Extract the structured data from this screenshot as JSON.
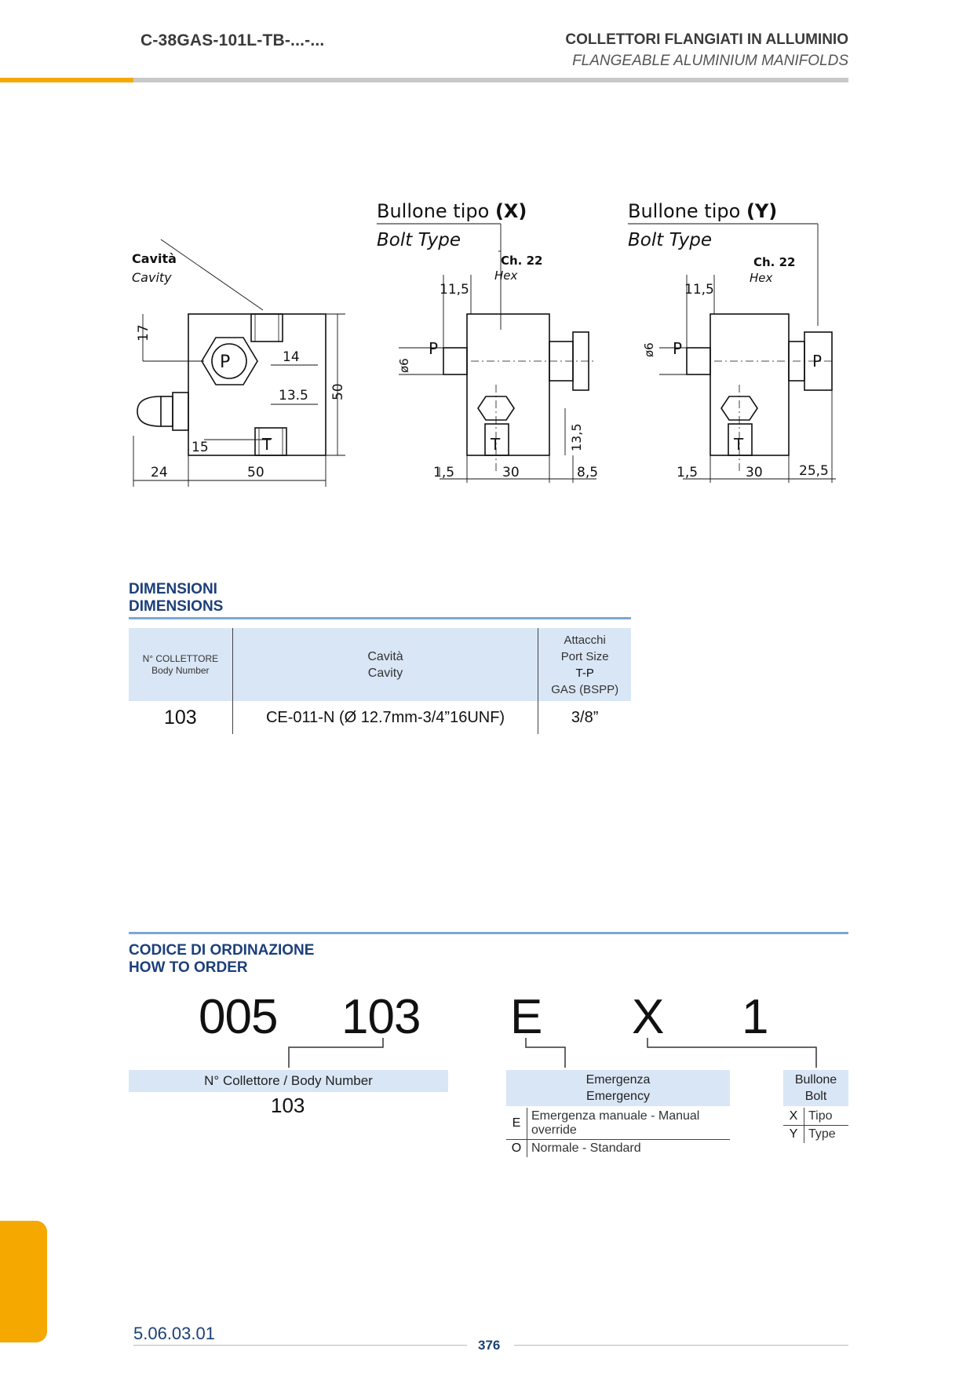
{
  "header": {
    "code": "C-38GAS-101L-TB-...-...",
    "title_it": "COLLETTORI FLANGIATI IN ALLUMINIO",
    "title_en": "FLANGEABLE ALUMINIUM MANIFOLDS"
  },
  "drawing": {
    "cavity_it": "Cavità",
    "cavity_en": "Cavity",
    "bolt_x_title": "Bullone  tipo",
    "bolt_x_letter": "(X)",
    "bolt_y_title": "Bullone  tipo",
    "bolt_y_letter": "(Y)",
    "bolt_type_en": "Bolt Type",
    "hex_it": "Ch. 22",
    "hex_en": "Hex",
    "port_p": "P",
    "port_t": "T",
    "dim_17": "17",
    "dim_14": "14",
    "dim_13_5": "13.5",
    "dim_15": "15",
    "dim_50_v": "50",
    "dim_24": "24",
    "dim_50_h": "50",
    "dim_11_5": "11,5",
    "dim_d6": "ø6",
    "dim_13_5_c": "13,5",
    "dim_1_5": "1,5",
    "dim_30": "30",
    "dim_8_5": "8,5",
    "dim_25_5": "25,5"
  },
  "dimensions": {
    "title_it": "DIMENSIONI",
    "title_en": "DIMENSIONS",
    "col_body_it": "N° COLLETTORE",
    "col_body_en": "Body Number",
    "col_cavity_it": "Cavità",
    "col_cavity_en": "Cavity",
    "col_port_it": "Attacchi",
    "col_port_en": "Port Size",
    "col_port_tp": "T-P",
    "col_port_gas": "GAS (BSPP)",
    "row_body": "103",
    "row_cavity": "CE-011-N (Ø 12.7mm-3/4”16UNF)",
    "row_port": "3/8”"
  },
  "order": {
    "title_it": "CODICE DI ORDINAZIONE",
    "title_en": "HOW TO ORDER",
    "code_005": "005",
    "code_103": "103",
    "code_e": "E",
    "code_x": "X",
    "code_1": "1",
    "body_label": "N° Collettore / Body Number",
    "body_value": "103",
    "emergency_it": "Emergenza",
    "emergency_en": "Emergency",
    "emergency_opts": [
      {
        "code": "E",
        "desc": "Emergenza manuale - Manual override"
      },
      {
        "code": "O",
        "desc": "Normale - Standard"
      }
    ],
    "bolt_it": "Bullone",
    "bolt_en": "Bolt",
    "bolt_opts": [
      {
        "code": "X",
        "desc": "Tipo"
      },
      {
        "code": "Y",
        "desc": "Type"
      }
    ]
  },
  "footer": {
    "catalog_code": "5.06.03.01",
    "page_number": "376"
  },
  "colors": {
    "accent_orange": "#f5a800",
    "title_blue": "#1c3f7a",
    "table_header_bg": "#d9e6f5",
    "rule_blue": "#7ba7d6"
  }
}
